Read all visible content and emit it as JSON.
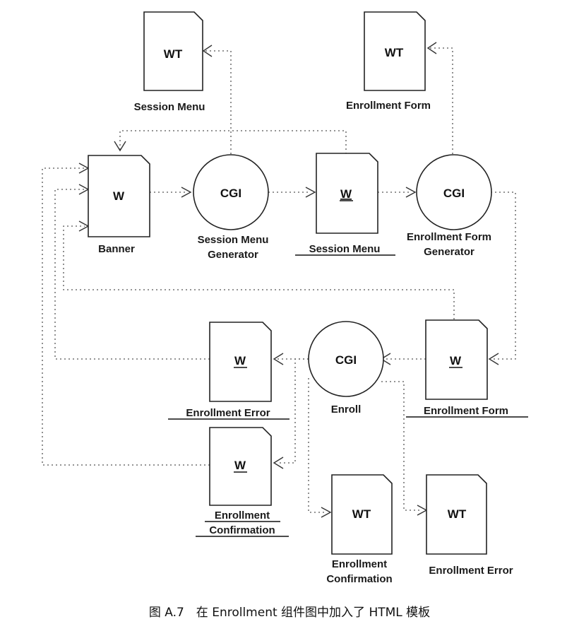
{
  "nodes": {
    "wt_session_menu": {
      "glyph": "WT",
      "label": "Session Menu"
    },
    "wt_enrollment_form": {
      "glyph": "WT",
      "label": "Enrollment Form"
    },
    "banner": {
      "glyph": "W",
      "label": "Banner"
    },
    "cgi_session_menu_gen": {
      "glyph": "CGI",
      "label1": "Session Menu",
      "label2": "Generator"
    },
    "w_session_menu": {
      "glyph": "W",
      "label": "Session Menu"
    },
    "cgi_enrollment_form_gen": {
      "glyph": "CGI",
      "label1": "Enrollment Form",
      "label2": "Generator"
    },
    "w_enrollment_error": {
      "glyph": "W",
      "label": "Enrollment Error"
    },
    "cgi_enroll": {
      "glyph": "CGI",
      "label": "Enroll"
    },
    "w_enrollment_form": {
      "glyph": "W",
      "label": "Enrollment Form"
    },
    "w_enrollment_confirmation": {
      "glyph": "W",
      "label1": "Enrollment",
      "label2": "Confirmation"
    },
    "wt_enrollment_confirmation": {
      "glyph": "WT",
      "label1": "Enrollment",
      "label2": "Confirmation"
    },
    "wt_enrollment_error": {
      "glyph": "WT",
      "label": "Enrollment Error"
    }
  },
  "caption": "图 A.7　在 Enrollment 组件图中加入了 HTML 模板"
}
